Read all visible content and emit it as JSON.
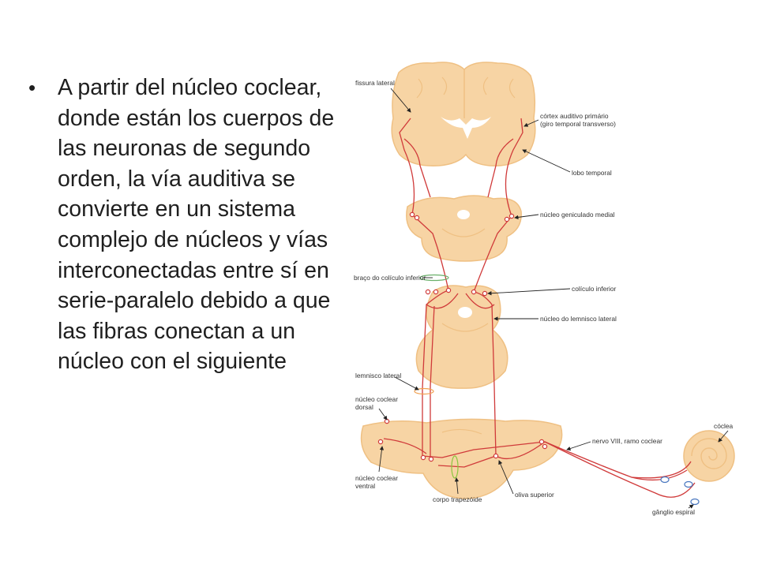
{
  "slide": {
    "bullets": [
      "A partir del núcleo coclear, donde están los cuerpos de las neuronas de segundo orden, la vía auditiva se convierte en un sistema complejo de núcleos y vías interconectadas entre sí en serie-paralelo debido a que las fibras conectan a un núcleo con el siguiente"
    ]
  },
  "diagram": {
    "colors": {
      "tissue": "#f7d4a4",
      "tissue_edge": "#efc083",
      "pathway": "#d03a3a",
      "lemniscus_ring": "#f0a050",
      "brachium_ring": "#6ab06a",
      "trapezoid_ring": "#8cc63f",
      "ganglion": "#4a78c0"
    },
    "labels": {
      "fissura_lateral": "fissura lateral",
      "cortex_auditivo_1": "córtex auditivo primário",
      "cortex_auditivo_2": "(giro temporal transverso)",
      "lobo_temporal": "lobo temporal",
      "nucleo_geniculado": "núcleo geniculado medial",
      "braco_coliculo": "braço do colículo inferior",
      "coliculo_inferior": "colículo inferior",
      "nucleo_lemnisco": "núcleo do lemnisco lateral",
      "lemnisco_lateral": "lemnisco lateral",
      "nucleo_coclear_dorsal_1": "núcleo coclear",
      "nucleo_coclear_dorsal_2": "dorsal",
      "nervo_viii": "nervo VIII,  ramo coclear",
      "coclea": "cóclea",
      "nucleo_coclear_ventral_1": "núcleo coclear",
      "nucleo_coclear_ventral_2": "ventral",
      "corpo_trapezoide": "corpo trapezóide",
      "oliva_superior": "oliva superior",
      "ganglio_espiral": "gânglio espiral"
    }
  }
}
